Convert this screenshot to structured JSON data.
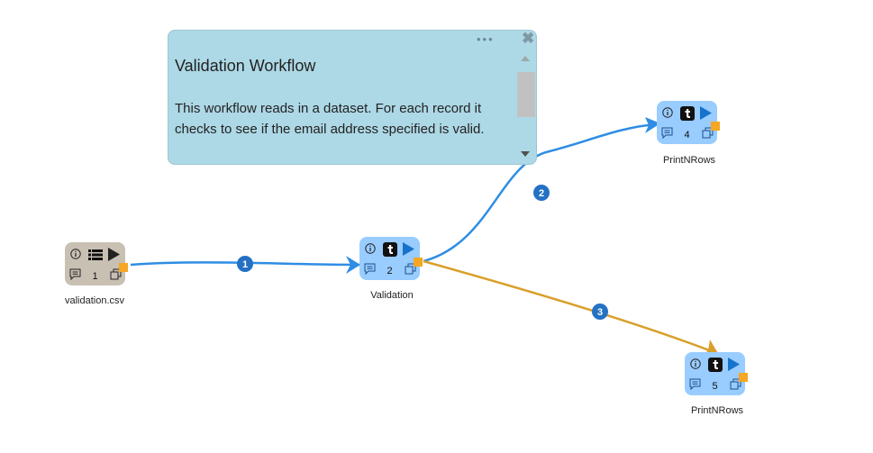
{
  "note": {
    "title": "Validation Workflow",
    "body": "This workflow reads in a dataset. For each record it checks to see if the email address specified is valid.",
    "dots": "•••",
    "close": "✖"
  },
  "nodes": [
    {
      "id": "n1",
      "label": "validation.csv",
      "number": "1",
      "icon": "list-icon",
      "color": "#c9c0b4"
    },
    {
      "id": "n2",
      "label": "Validation",
      "number": "2",
      "icon": "tumblr-t-icon",
      "color": "#99ccff"
    },
    {
      "id": "n4",
      "label": "PrintNRows",
      "number": "4",
      "icon": "tumblr-t-icon",
      "color": "#99ccff"
    },
    {
      "id": "n5",
      "label": "PrintNRows",
      "number": "5",
      "icon": "tumblr-t-icon",
      "color": "#99ccff"
    }
  ],
  "edges": [
    {
      "id": "e1",
      "badge": "1",
      "color": "#2f8de4"
    },
    {
      "id": "e2",
      "badge": "2",
      "color": "#2f8de4"
    },
    {
      "id": "e3",
      "badge": "3",
      "color": "#d9a02b"
    }
  ],
  "colors": {
    "edge_blue": "#2f8de4",
    "edge_orange": "#d9a02b",
    "badge": "#2471c4",
    "port": "#f5a623",
    "run_arrow": "#1673c9"
  }
}
